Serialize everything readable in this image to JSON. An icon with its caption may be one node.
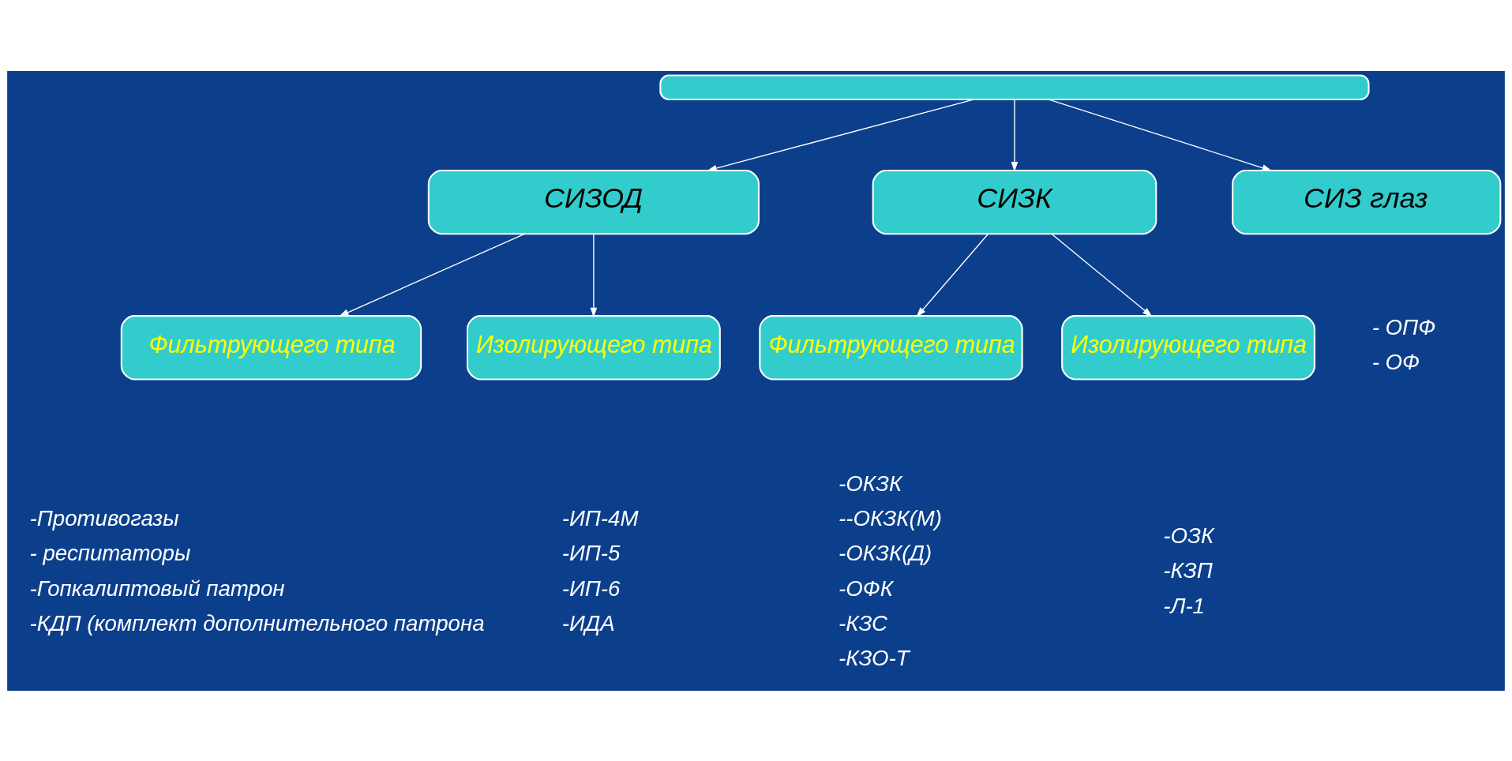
{
  "diagram": {
    "nodes": [
      {
        "text": [],
        "shape": "box"
      },
      {
        "text": [
          "СИЗОД"
        ]
      },
      {
        "text": [
          "СИЗК"
        ]
      },
      {
        "text": [
          "СИЗ глаз"
        ],
        "beside": [
          "- ОПФ",
          "- ОФ"
        ]
      },
      {
        "text": [
          "Фильтрующего типа"
        ],
        "beside": [
          "-Противогазы",
          "- респитаторы",
          "-Гопкалиптовый патрон",
          "-КДП (комплект дополнительного патрона"
        ]
      },
      {
        "text": [
          "Изолирующего типа"
        ],
        "beside": [
          "-ИП-4М",
          "-ИП-5",
          "-ИП-6",
          "-ИДА"
        ]
      },
      {
        "text": [
          "Фильтрующего типа"
        ],
        "beside": [
          "-ОКЗК",
          "--ОКЗК(М)",
          "-ОКЗК(Д)",
          "-ОФК",
          "-КЗС",
          "-КЗО-Т"
        ]
      },
      {
        "text": [
          "Изолирующего типа"
        ],
        "beside": [
          "-ОЗК",
          "-КЗП",
          "-Л-1"
        ]
      }
    ],
    "edges": [
      {
        "from": 0,
        "to": 1,
        "arrow": "to"
      },
      {
        "from": 0,
        "to": 2,
        "arrow": "to"
      },
      {
        "from": 0,
        "to": 3,
        "arrow": "to"
      },
      {
        "from": 1,
        "to": 4,
        "arrow": "to"
      },
      {
        "from": 1,
        "to": 5,
        "arrow": "to"
      },
      {
        "from": 2,
        "to": 6,
        "arrow": "to"
      },
      {
        "from": 2,
        "to": 7,
        "arrow": "to"
      }
    ]
  }
}
